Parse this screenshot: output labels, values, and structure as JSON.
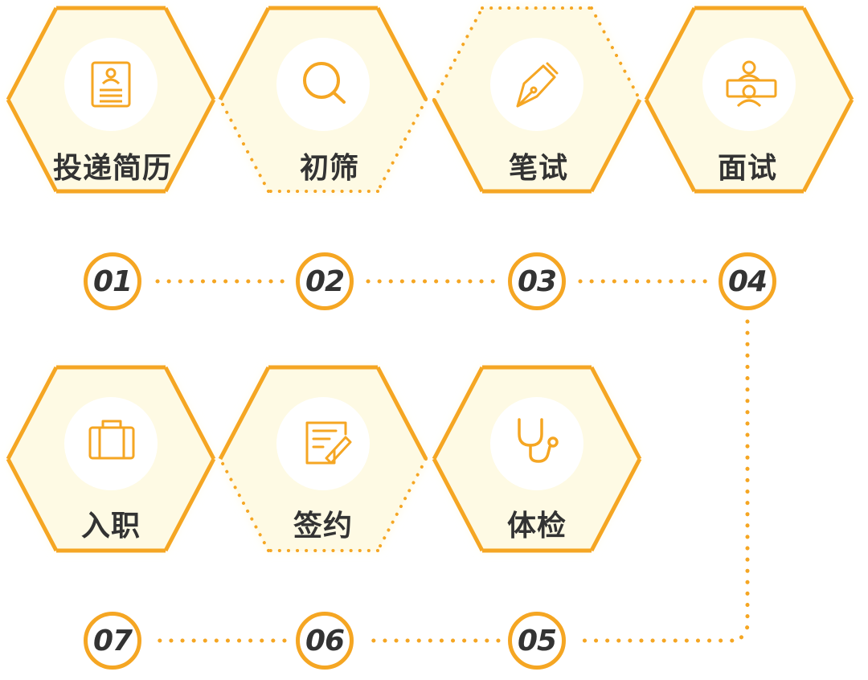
{
  "colors": {
    "accent": "#F5A623",
    "hex_fill": "#FEFAE3",
    "icon_bg": "#FFFFFF",
    "text": "#333333"
  },
  "steps": [
    {
      "num": "01",
      "label": "投递简历",
      "icon": "resume-icon",
      "border": "solid"
    },
    {
      "num": "02",
      "label": "初筛",
      "icon": "search-icon",
      "border": "dotted"
    },
    {
      "num": "03",
      "label": "笔试",
      "icon": "pen-nib-icon",
      "border": "dotted-top"
    },
    {
      "num": "04",
      "label": "面试",
      "icon": "interview-icon",
      "border": "solid"
    },
    {
      "num": "05",
      "label": "体检",
      "icon": "stethoscope-icon",
      "border": "solid"
    },
    {
      "num": "06",
      "label": "签约",
      "icon": "contract-icon",
      "border": "dotted"
    },
    {
      "num": "07",
      "label": "入职",
      "icon": "briefcase-icon",
      "border": "solid"
    }
  ]
}
